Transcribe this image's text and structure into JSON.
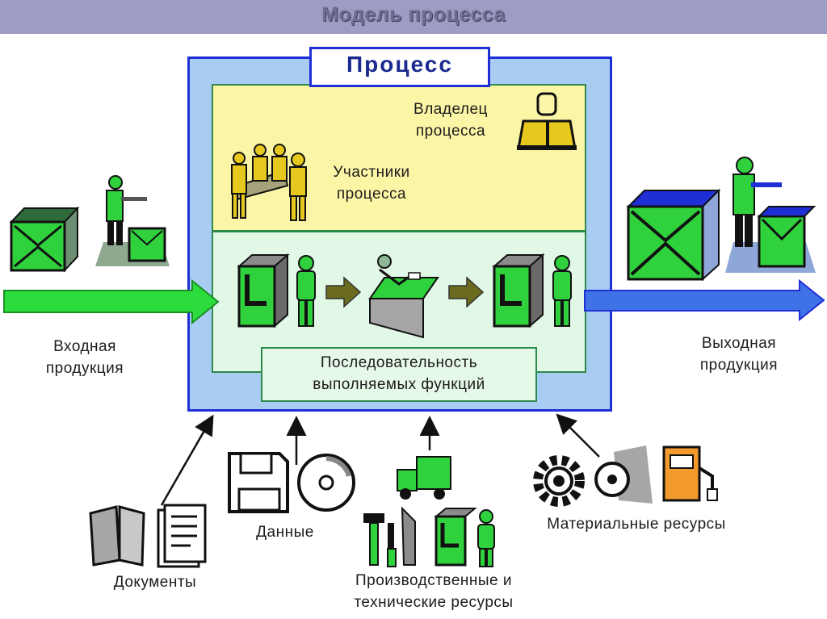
{
  "title": "Модель процесса",
  "process": {
    "label": "Процесс",
    "owner": [
      "Владелец",
      "процесса"
    ],
    "participants": [
      "Участники",
      "процесса"
    ],
    "sequence": [
      "Последовательность",
      "выполняемых функций"
    ]
  },
  "input": [
    "Входная",
    "продукция"
  ],
  "output": [
    "Выходная",
    "продукция"
  ],
  "resources": {
    "documents": "Документы",
    "data": "Данные",
    "production": [
      "Производственные и",
      "технические ресурсы"
    ],
    "material": "Материальные ресурсы"
  },
  "colors": {
    "title_bar": "#9c9cc4",
    "frame_border": "#1f2fd6",
    "frame_fill": "#a9cdf2",
    "owner_zone": "#fbf5a6",
    "function_zone": "#e2f8e6",
    "input_arrow": "#2bdc3c",
    "output_arrow": "#3366e0",
    "flow_arrow": "#6b6b1f"
  }
}
